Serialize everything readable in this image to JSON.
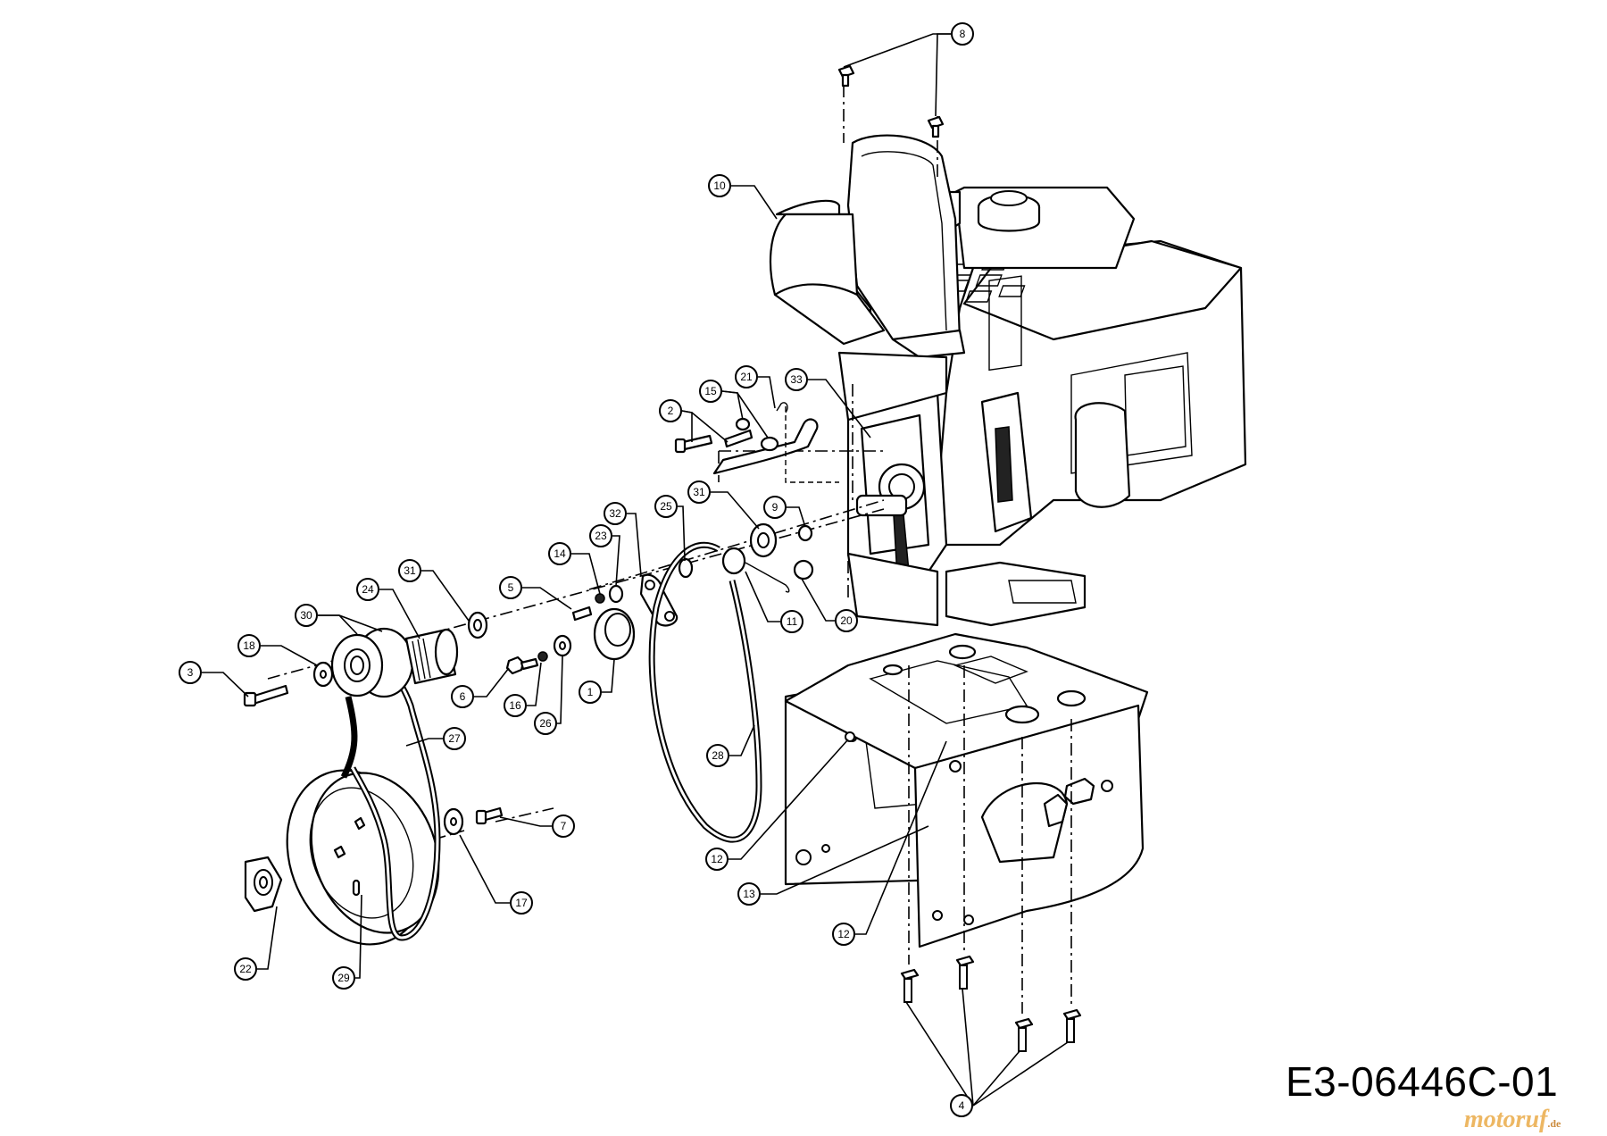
{
  "drawing_number": "E3-06446C-01",
  "watermark": {
    "brand": "motoruf",
    "tld": ".de"
  },
  "callouts": [
    {
      "id": "c8",
      "label": "8"
    },
    {
      "id": "c10",
      "label": "10"
    },
    {
      "id": "c21",
      "label": "21"
    },
    {
      "id": "c33",
      "label": "33"
    },
    {
      "id": "c15",
      "label": "15"
    },
    {
      "id": "c2",
      "label": "2"
    },
    {
      "id": "c31a",
      "label": "31"
    },
    {
      "id": "c9",
      "label": "9"
    },
    {
      "id": "c25",
      "label": "25"
    },
    {
      "id": "c32",
      "label": "32"
    },
    {
      "id": "c23",
      "label": "23"
    },
    {
      "id": "c14",
      "label": "14"
    },
    {
      "id": "c31b",
      "label": "31"
    },
    {
      "id": "c24",
      "label": "24"
    },
    {
      "id": "c5",
      "label": "5"
    },
    {
      "id": "c30",
      "label": "30"
    },
    {
      "id": "c18",
      "label": "18"
    },
    {
      "id": "c3",
      "label": "3"
    },
    {
      "id": "c6",
      "label": "6"
    },
    {
      "id": "c16",
      "label": "16"
    },
    {
      "id": "c26",
      "label": "26"
    },
    {
      "id": "c1",
      "label": "1"
    },
    {
      "id": "c11",
      "label": "11"
    },
    {
      "id": "c20",
      "label": "20"
    },
    {
      "id": "c27",
      "label": "27"
    },
    {
      "id": "c28",
      "label": "28"
    },
    {
      "id": "c7",
      "label": "7"
    },
    {
      "id": "c17",
      "label": "17"
    },
    {
      "id": "c12a",
      "label": "12"
    },
    {
      "id": "c13",
      "label": "13"
    },
    {
      "id": "c12b",
      "label": "12"
    },
    {
      "id": "c22",
      "label": "22"
    },
    {
      "id": "c29",
      "label": "29"
    },
    {
      "id": "c4",
      "label": "4"
    }
  ]
}
